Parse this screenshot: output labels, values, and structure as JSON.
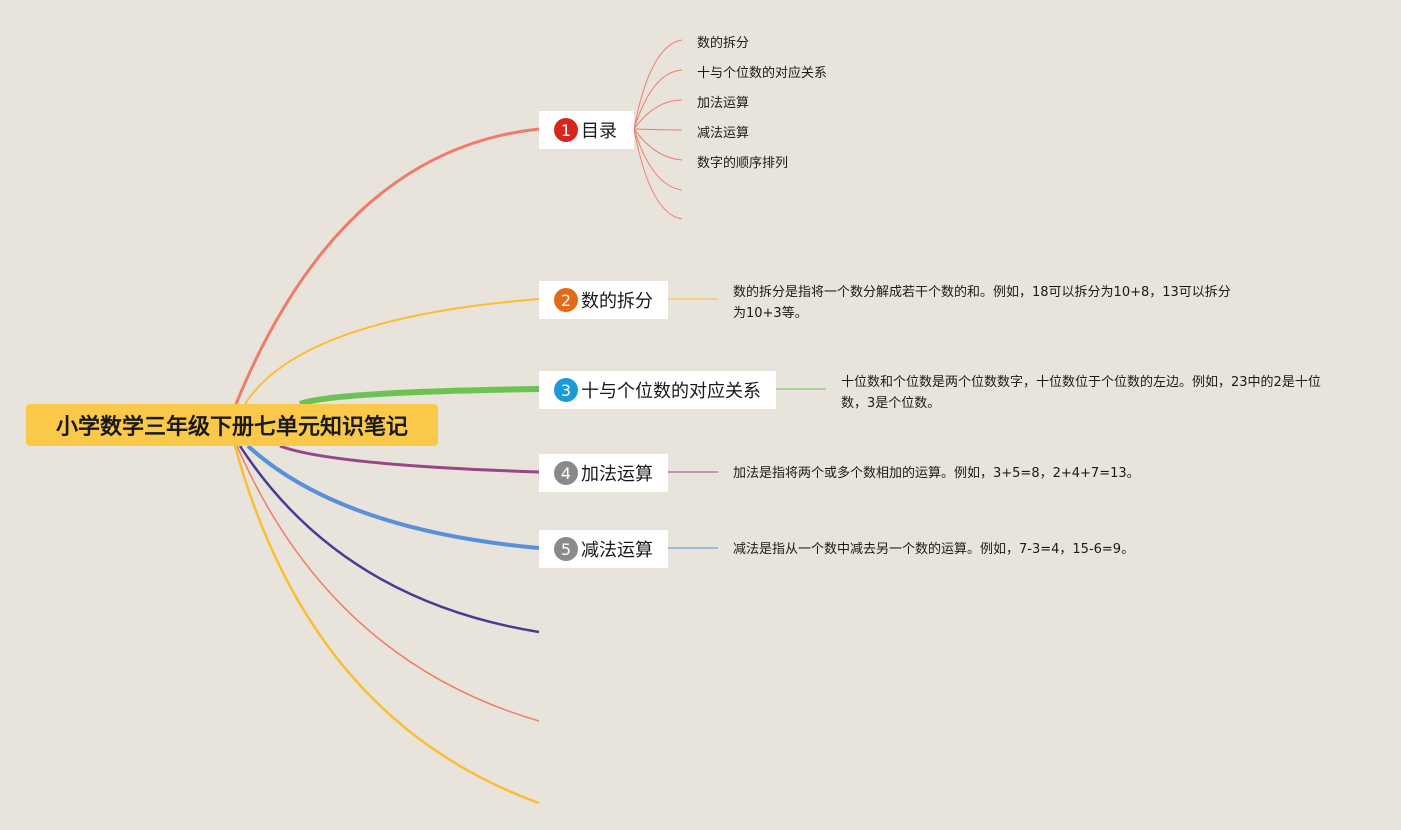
{
  "root": {
    "title": "小学数学三年级下册七单元知识笔记"
  },
  "colors": {
    "background": "#e8e4dc",
    "root_fill": "#fbc94a",
    "topic1": "#f07b6a",
    "topic2": "#fbbd33",
    "topic3": "#6bc255",
    "topic4": "#9a4588",
    "topic5": "#5891d9",
    "extra1": "#4a3a94",
    "extra2": "#f07b6a",
    "extra3": "#fbbd33"
  },
  "topics": [
    {
      "number": "1",
      "label": "目录",
      "badge_color": "#d9261c"
    },
    {
      "number": "2",
      "label": "数的拆分",
      "badge_color": "#e46a18",
      "description": "数的拆分是指将一个数分解成若干个数的和。例如，18可以拆分为10+8，13可以拆分为10+3等。"
    },
    {
      "number": "3",
      "label": "十与个位数的对应关系",
      "badge_color": "#1c9ad8",
      "description": "十位数和个位数是两个位数数字，十位数位于个位数的左边。例如，23中的2是十位数，3是个位数。"
    },
    {
      "number": "4",
      "label": "加法运算",
      "badge_color": "#8a8a8a",
      "description": "加法是指将两个或多个数相加的运算。例如，3+5=8，2+4+7=13。"
    },
    {
      "number": "5",
      "label": "减法运算",
      "badge_color": "#8a8a8a",
      "description": "减法是指从一个数中减去另一个数的运算。例如，7-3=4，15-6=9。"
    }
  ],
  "toc": {
    "items": [
      "数的拆分",
      "十与个位数的对应关系",
      "加法运算",
      "减法运算",
      "数字的顺序排列"
    ]
  }
}
